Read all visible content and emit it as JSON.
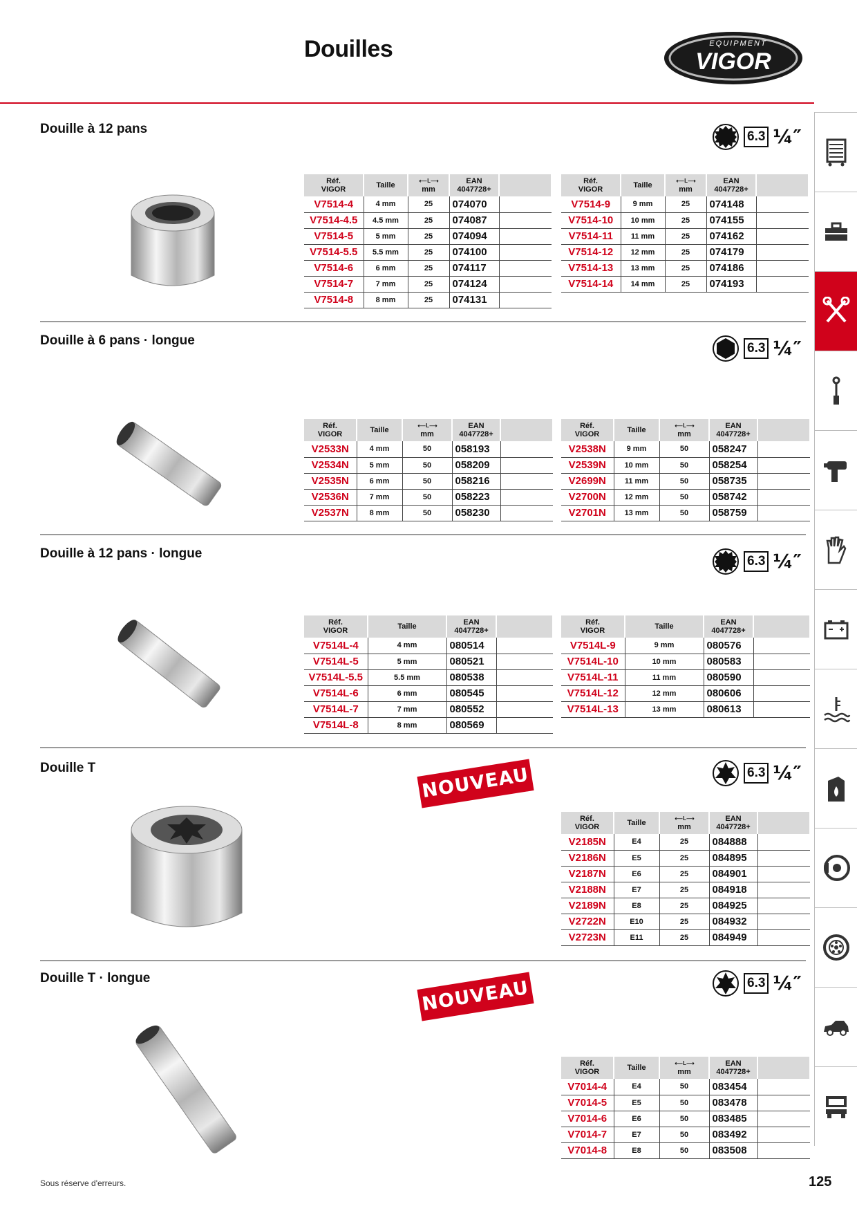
{
  "header": {
    "title": "Douilles",
    "brand": "VIGOR",
    "brand_sub": "EQUIPMENT"
  },
  "columns": {
    "ref_line1": "Réf.",
    "ref_line2": "VIGOR",
    "taille": "Taille",
    "len_line1": "L",
    "len_line2": "mm",
    "ean_line1": "EAN",
    "ean_line2": "4047728+"
  },
  "spec": {
    "size": "6.3",
    "drive": "¼″"
  },
  "badge": "NOUVEAU",
  "sections": [
    {
      "title": "Douille à 12 pans",
      "left": [
        [
          "V7514-4",
          "4 mm",
          "25",
          "074070"
        ],
        [
          "V7514-4.5",
          "4.5 mm",
          "25",
          "074087"
        ],
        [
          "V7514-5",
          "5 mm",
          "25",
          "074094"
        ],
        [
          "V7514-5.5",
          "5.5 mm",
          "25",
          "074100"
        ],
        [
          "V7514-6",
          "6 mm",
          "25",
          "074117"
        ],
        [
          "V7514-7",
          "7 mm",
          "25",
          "074124"
        ],
        [
          "V7514-8",
          "8 mm",
          "25",
          "074131"
        ]
      ],
      "right": [
        [
          "V7514-9",
          "9 mm",
          "25",
          "074148"
        ],
        [
          "V7514-10",
          "10 mm",
          "25",
          "074155"
        ],
        [
          "V7514-11",
          "11 mm",
          "25",
          "074162"
        ],
        [
          "V7514-12",
          "12 mm",
          "25",
          "074179"
        ],
        [
          "V7514-13",
          "13 mm",
          "25",
          "074186"
        ],
        [
          "V7514-14",
          "14 mm",
          "25",
          "074193"
        ]
      ]
    },
    {
      "title": "Douille à 6 pans · longue",
      "left": [
        [
          "V2533N",
          "4 mm",
          "50",
          "058193"
        ],
        [
          "V2534N",
          "5 mm",
          "50",
          "058209"
        ],
        [
          "V2535N",
          "6 mm",
          "50",
          "058216"
        ],
        [
          "V2536N",
          "7 mm",
          "50",
          "058223"
        ],
        [
          "V2537N",
          "8 mm",
          "50",
          "058230"
        ]
      ],
      "right": [
        [
          "V2538N",
          "9 mm",
          "50",
          "058247"
        ],
        [
          "V2539N",
          "10 mm",
          "50",
          "058254"
        ],
        [
          "V2699N",
          "11 mm",
          "50",
          "058735"
        ],
        [
          "V2700N",
          "12 mm",
          "50",
          "058742"
        ],
        [
          "V2701N",
          "13 mm",
          "50",
          "058759"
        ]
      ]
    },
    {
      "title": "Douille à 12 pans · longue",
      "left": [
        [
          "V7514L-4",
          "4 mm",
          "080514"
        ],
        [
          "V7514L-5",
          "5 mm",
          "080521"
        ],
        [
          "V7514L-5.5",
          "5.5 mm",
          "080538"
        ],
        [
          "V7514L-6",
          "6 mm",
          "080545"
        ],
        [
          "V7514L-7",
          "7 mm",
          "080552"
        ],
        [
          "V7514L-8",
          "8 mm",
          "080569"
        ]
      ],
      "right": [
        [
          "V7514L-9",
          "9 mm",
          "080576"
        ],
        [
          "V7514L-10",
          "10 mm",
          "080583"
        ],
        [
          "V7514L-11",
          "11 mm",
          "080590"
        ],
        [
          "V7514L-12",
          "12 mm",
          "080606"
        ],
        [
          "V7514L-13",
          "13 mm",
          "080613"
        ]
      ]
    },
    {
      "title": "Douille T",
      "right": [
        [
          "V2185N",
          "E4",
          "25",
          "084888"
        ],
        [
          "V2186N",
          "E5",
          "25",
          "084895"
        ],
        [
          "V2187N",
          "E6",
          "25",
          "084901"
        ],
        [
          "V2188N",
          "E7",
          "25",
          "084918"
        ],
        [
          "V2189N",
          "E8",
          "25",
          "084925"
        ],
        [
          "V2722N",
          "E10",
          "25",
          "084932"
        ],
        [
          "V2723N",
          "E11",
          "25",
          "084949"
        ]
      ]
    },
    {
      "title": "Douille T · longue",
      "right": [
        [
          "V7014-4",
          "E4",
          "50",
          "083454"
        ],
        [
          "V7014-5",
          "E5",
          "50",
          "083478"
        ],
        [
          "V7014-6",
          "E6",
          "50",
          "083485"
        ],
        [
          "V7014-7",
          "E7",
          "50",
          "083492"
        ],
        [
          "V7014-8",
          "E8",
          "50",
          "083508"
        ]
      ]
    }
  ],
  "footer": {
    "note": "Sous réserve d'erreurs.",
    "page": "125"
  },
  "colors": {
    "accent": "#d0021b",
    "header_gray": "#d9d9d9"
  },
  "sidebar_icons": [
    "tool-cabinet-icon",
    "toolbox-icon",
    "wrench-screwdriver-icon",
    "torque-wrench-icon",
    "air-impact-wrench-icon",
    "gloves-icon",
    "battery-icon",
    "coolant-icon",
    "oil-can-icon",
    "brake-disc-icon",
    "wheel-icon",
    "car-body-icon",
    "truck-icon"
  ]
}
